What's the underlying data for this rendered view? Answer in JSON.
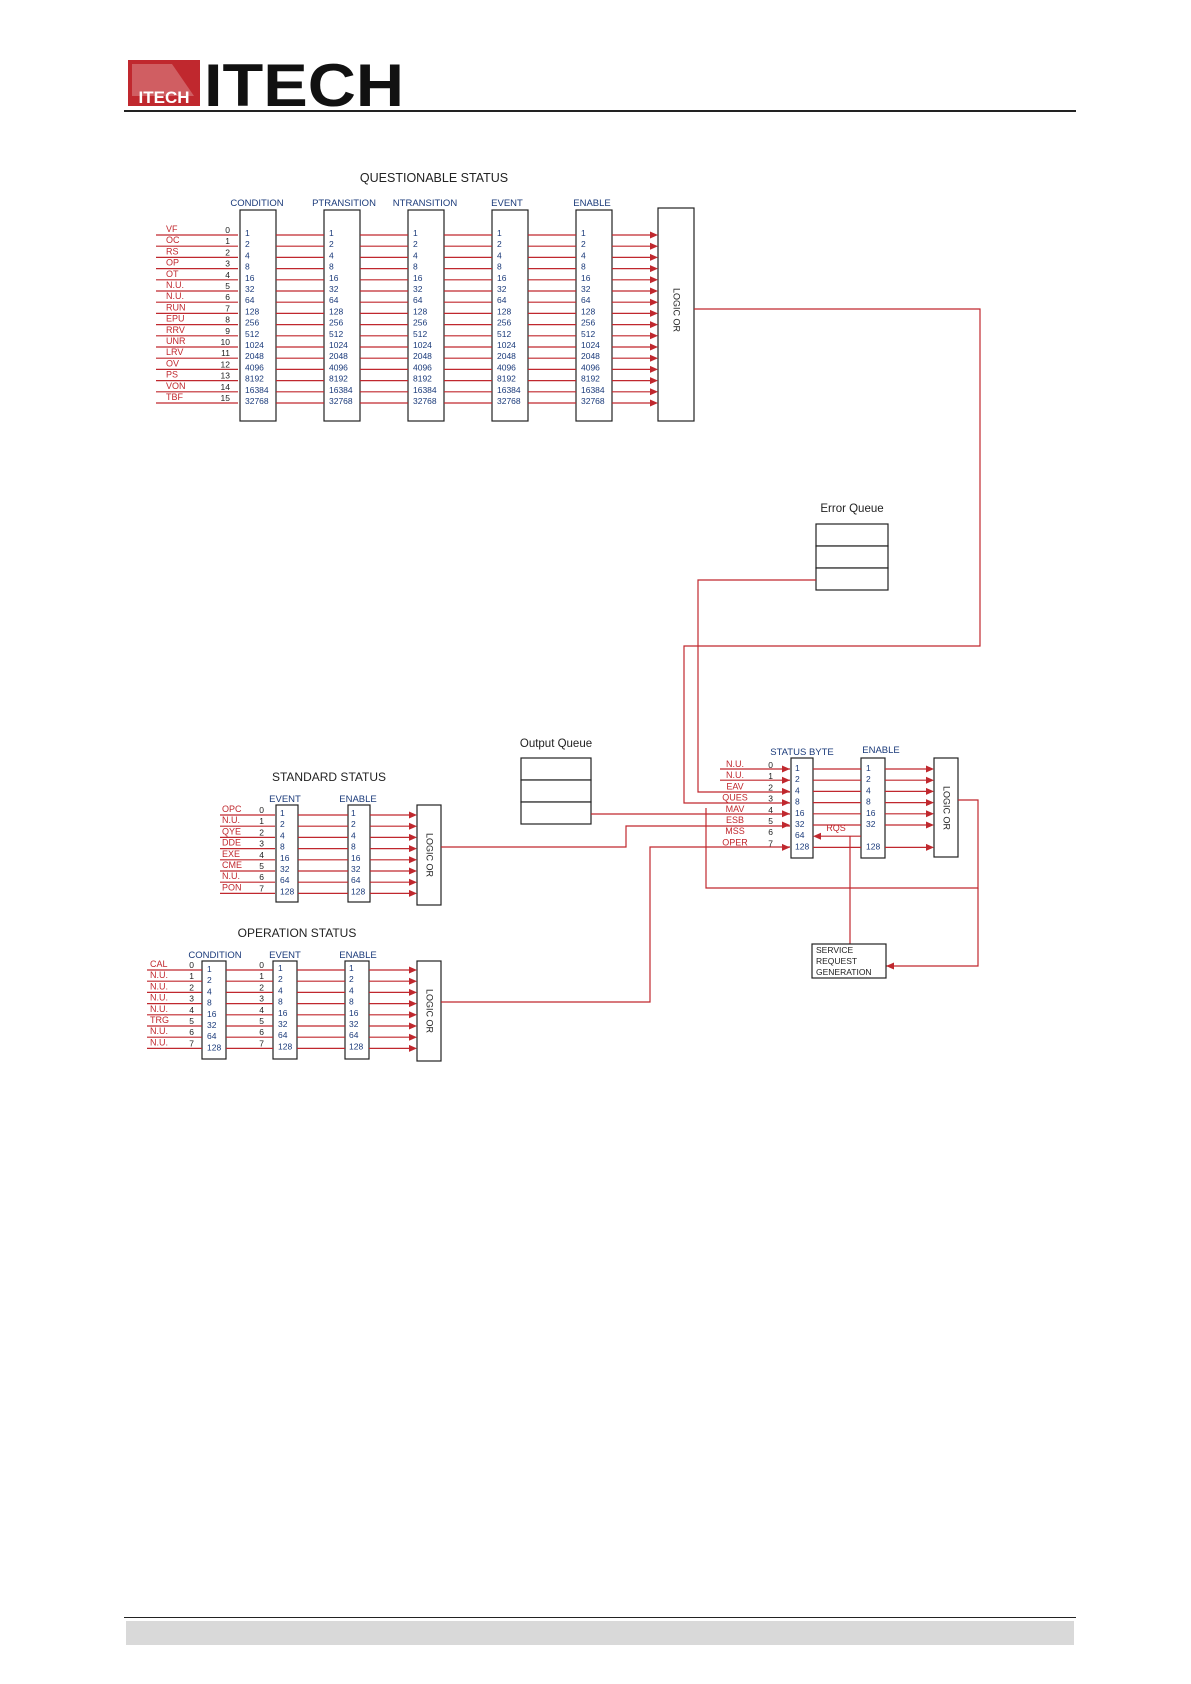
{
  "header": {
    "brand": "ITECH",
    "logo_mark_text": "ITECH",
    "brand_color": "#c0282e"
  },
  "colors": {
    "signal": "#c0282e",
    "label": "#c0282e",
    "value": "#1a3a7a",
    "line": "#222222"
  },
  "questionable": {
    "title": "QUESTIONABLE STATUS",
    "columns": [
      "CONDITION",
      "PTRANSITION",
      "NTRANSITION",
      "EVENT",
      "ENABLE"
    ],
    "bits": [
      {
        "label": "VF",
        "bit": "0",
        "value": "1"
      },
      {
        "label": "OC",
        "bit": "1",
        "value": "2"
      },
      {
        "label": "RS",
        "bit": "2",
        "value": "4"
      },
      {
        "label": "OP",
        "bit": "3",
        "value": "8"
      },
      {
        "label": "OT",
        "bit": "4",
        "value": "16"
      },
      {
        "label": "N.U.",
        "bit": "5",
        "value": "32"
      },
      {
        "label": "N.U.",
        "bit": "6",
        "value": "64"
      },
      {
        "label": "RUN",
        "bit": "7",
        "value": "128"
      },
      {
        "label": "EPU",
        "bit": "8",
        "value": "256"
      },
      {
        "label": "RRV",
        "bit": "9",
        "value": "512"
      },
      {
        "label": "UNR",
        "bit": "10",
        "value": "1024"
      },
      {
        "label": "LRV",
        "bit": "11",
        "value": "2048"
      },
      {
        "label": "OV",
        "bit": "12",
        "value": "4096"
      },
      {
        "label": "PS",
        "bit": "13",
        "value": "8192"
      },
      {
        "label": "VON",
        "bit": "14",
        "value": "16384"
      },
      {
        "label": "TBF",
        "bit": "15",
        "value": "32768"
      }
    ],
    "logic_label": "LOGIC OR"
  },
  "error_queue": {
    "title": "Error Queue"
  },
  "output_queue": {
    "title": "Output Queue"
  },
  "standard": {
    "title": "STANDARD STATUS",
    "columns": [
      "EVENT",
      "ENABLE"
    ],
    "bits": [
      {
        "label": "OPC",
        "bit": "0",
        "value": "1"
      },
      {
        "label": "N.U.",
        "bit": "1",
        "value": "2"
      },
      {
        "label": "QYE",
        "bit": "2",
        "value": "4"
      },
      {
        "label": "DDE",
        "bit": "3",
        "value": "8"
      },
      {
        "label": "EXE",
        "bit": "4",
        "value": "16"
      },
      {
        "label": "CME",
        "bit": "5",
        "value": "32"
      },
      {
        "label": "N.U.",
        "bit": "6",
        "value": "64"
      },
      {
        "label": "PON",
        "bit": "7",
        "value": "128"
      }
    ],
    "logic_label": "LOGIC OR"
  },
  "operation": {
    "title": "OPERATION STATUS",
    "columns": [
      "CONDITION",
      "EVENT",
      "ENABLE"
    ],
    "bits": [
      {
        "label": "CAL",
        "bit": "0",
        "value": "1"
      },
      {
        "label": "N.U.",
        "bit": "1",
        "value": "2"
      },
      {
        "label": "N.U.",
        "bit": "2",
        "value": "4"
      },
      {
        "label": "N.U.",
        "bit": "3",
        "value": "8"
      },
      {
        "label": "N.U.",
        "bit": "4",
        "value": "16"
      },
      {
        "label": "TRG",
        "bit": "5",
        "value": "32"
      },
      {
        "label": "N.U.",
        "bit": "6",
        "value": "64"
      },
      {
        "label": "N.U.",
        "bit": "7",
        "value": "128"
      }
    ],
    "logic_label": "LOGIC OR"
  },
  "status_byte": {
    "title": "STATUS BYTE",
    "enable_title": "ENABLE",
    "bits": [
      {
        "label": "N.U.",
        "bit": "0",
        "value": "1",
        "enable": "1"
      },
      {
        "label": "N.U.",
        "bit": "1",
        "value": "2",
        "enable": "2"
      },
      {
        "label": "EAV",
        "bit": "2",
        "value": "4",
        "enable": "4"
      },
      {
        "label": "QUES",
        "bit": "3",
        "value": "8",
        "enable": "8"
      },
      {
        "label": "MAV",
        "bit": "4",
        "value": "16",
        "enable": "16"
      },
      {
        "label": "ESB",
        "bit": "5",
        "value": "32",
        "enable": "32"
      },
      {
        "label": "MSS",
        "bit": "6",
        "value": "64",
        "enable": ""
      },
      {
        "label": "OPER",
        "bit": "7",
        "value": "128",
        "enable": "128"
      }
    ],
    "rqs_label": "RQS",
    "logic_label": "LOGIC OR"
  },
  "service_request": {
    "lines": [
      "SERVICE",
      "REQUEST",
      "GENERATION"
    ]
  }
}
